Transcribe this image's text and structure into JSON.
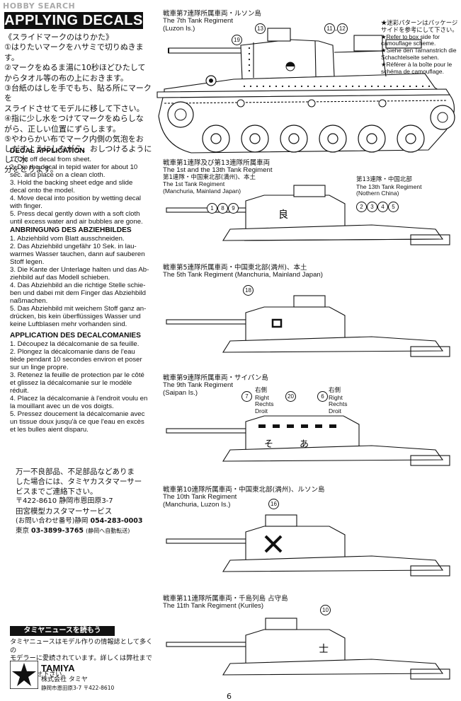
{
  "watermark": "HOBBY SEARCH",
  "header_title": "APPLYING DECALS",
  "ja_title": "《スライドマークのはりかた》",
  "ja_steps": [
    "①はりたいマークをハサミで切りぬきます。",
    "②マークをぬるま湯に10秒ほどひたして",
    "からタオル等の布の上におきます。",
    "③台紙のはしを手でもち、貼る所にマークを",
    "スライドさせてモデルに移して下さい。",
    "④指に少し水をつけてマークをぬらしな",
    "がら、正しい位置にずらします。",
    "⑤やわらかい布でマーク内側の気泡をお",
    "しだすようにしながら、おしつけるようにして水",
    "分をとります。"
  ],
  "en_title": "DECAL APPLICATION",
  "en_steps": [
    "1. Cut off decal from sheet.",
    "2. Dip the decal in tepid water for about 10",
    "sec. and place on a clean cloth.",
    "3. Hold the backing sheet edge and slide",
    "decal onto the model.",
    "4. Move decal into position by wetting decal",
    "with finger.",
    "5. Press decal gently down with a soft cloth",
    "until excess water and air bubbles are gone."
  ],
  "de_title": "ANBRINGUNG DES ABZIEHBILDES",
  "de_steps": [
    "1. Abziehbild vom Blatt ausschneiden.",
    "2. Das Abziehbild ungefähr 10 Sek. in lau-",
    "warmes Wasser tauchen, dann auf sauberen",
    "Stoff legen.",
    "3. Die Kante der Unterlage halten und das Ab-",
    "ziehbild auf das Modell schieben.",
    "4. Das Abziehbild an die richtige Stelle schie-",
    "ben und dabei mit dem Finger das Abziehbild",
    "naßmachen.",
    "5. Das Abziehbild mit weichem Stoff ganz an-",
    "drücken, bis kein überflüssiges Wasser und",
    "keine Luftblasen mehr vorhanden sind."
  ],
  "fr_title": "APPLICATION DES DECALCOMANIES",
  "fr_steps": [
    "1. Découpez la décalcomanie de sa feuille.",
    "2. Plongez la décalcomanie dans de l'eau",
    "tiède pendant 10 secondes environ et poser",
    "sur un linge propre.",
    "3. Retenez la feuille de protection par le côté",
    "et glissez la décalcomanie sur le modèle",
    "réduit.",
    "4. Placez la décalcomanie à l'endroit voulu en",
    "la mouillant avec un de vos doigts.",
    "5. Pressez doucement la décalcomanie avec",
    "un tissue doux jusqu'à ce que l'eau en excès",
    "et les bulles aient disparu."
  ],
  "camo_note": [
    "★迷彩パターンはパッケージ",
    "サイドを参考にして下さい。",
    "★Refer to box side for",
    "camouflage scheme.",
    "★Siehe den Tarnanstrich die",
    "Schachtelseite sehen.",
    "★Référer à la boîte pour le",
    "schéma de camouflage."
  ],
  "regiments": [
    {
      "ja": "戦車第7連隊所属車両・ルソン島",
      "en": "The 7th Tank Regiment",
      "loc": "(Luzon Is.)"
    },
    {
      "ja": "戦車第1連隊及び第13連隊所属車両",
      "en": "The 1st and the 13th Tank Regiment",
      "sub_ja": "第1連隊・中国東北部(満州)、本土",
      "sub_en": "The 1st Tank Regiment",
      "sub_loc": "(Manchuria, Mainland Japan)",
      "sub2_ja": "第13連隊・中国北部",
      "sub2_en": "The 13th Tank Regiment",
      "sub2_loc": "(Nothern China)"
    },
    {
      "ja": "戦車第5連隊所属車両・中国東北部(満州)、本土",
      "en": "The 5th Tank Regiment (Manchuria, Mainland Japan)"
    },
    {
      "ja": "戦車第9連隊所属車両・サイパン島",
      "en": "The 9th Tank Regiment",
      "loc": "(Saipan Is.)"
    },
    {
      "ja": "戦車第10連隊所属車両・中国東北部(満州)、ルソン島",
      "en": "The 10th Tank Regiment",
      "loc": "(Manchuria, Luzon Is.)"
    },
    {
      "ja": "戦車第11連隊所属車両・千島列島 占守島",
      "en": "The 11th Tank Regiment (Kuriles)"
    }
  ],
  "callouts": {
    "c13": "13",
    "c11": "11",
    "c12": "12",
    "c19": "19",
    "c1": "1",
    "c8": "8",
    "c9": "9",
    "c2": "2",
    "c3": "3",
    "c4": "4",
    "c5": "5",
    "c18": "18",
    "c7": "7",
    "c20": "20",
    "c6": "6",
    "c16": "16",
    "c10": "10",
    "side_ja": "右側",
    "side_right": "Right",
    "side_rechts": "Rechts",
    "side_droit": "Droit"
  },
  "turret_marks": {
    "t1": "良",
    "t4a": "そ",
    "t4b": "あ",
    "t6": "士"
  },
  "service": [
    "万一不良部品、不足部品などありま",
    "した場合には、タミヤカスタマーサー",
    "ビスまでご連絡下さい。",
    "〒422-8610 静岡市恩田原3-7",
    "田宮模型カスタマーサービス",
    "(お問い合わせ番号)静岡",
    "054-283-0003",
    "東京",
    "03-3899-3765",
    "(静岡へ自動転送)"
  ],
  "news_title": "タミヤニュースを読もう",
  "news_text": [
    "タミヤニュースはモデル作りの情報誌として多くの",
    "モデラーに愛読されています。詳しくは弊社までお",
    "問い合わせ下さい。"
  ],
  "brand": "TAMIYA",
  "brand_ja": "株式会社 タミヤ",
  "brand_addr": "静岡市恩田原3-7  〒422-8610",
  "page_number": "6"
}
